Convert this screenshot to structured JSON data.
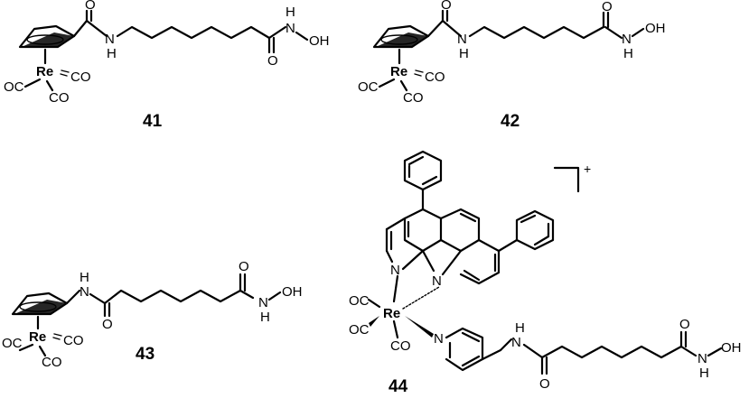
{
  "atoms": {
    "re": "Re",
    "co": "CO",
    "oc": "OC",
    "o": "O",
    "n": "N",
    "h": "H",
    "n_h": "N",
    "oh": "OH",
    "charge": "+"
  },
  "compounds": {
    "c41": "41",
    "c42": "42",
    "c43": "43",
    "c44": "44"
  }
}
